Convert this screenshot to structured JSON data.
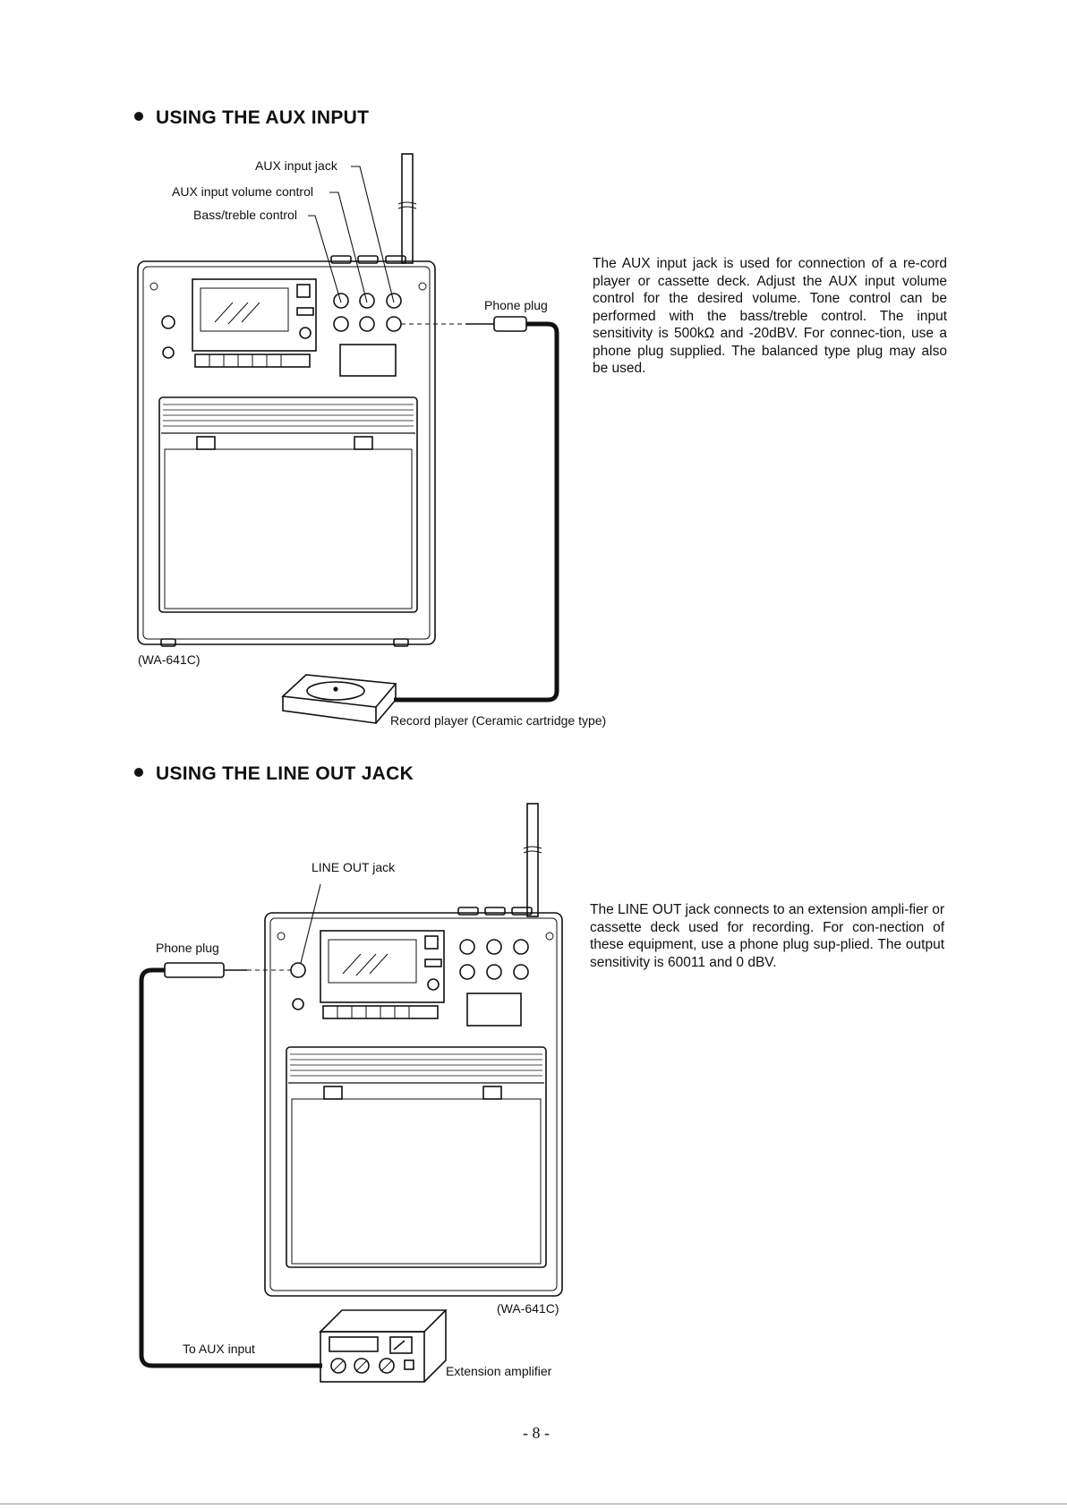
{
  "section1": {
    "heading": "USING THE AUX INPUT",
    "labels": {
      "aux_input_jack": "AUX input jack",
      "aux_volume": "AUX input volume control",
      "bass_treble": "Bass/treble control",
      "phone_plug": "Phone plug",
      "model": "(WA-641C)",
      "record_player": "Record player (Ceramic cartridge type)"
    },
    "description": "The AUX input jack is used for connection of a re-cord player or cassette deck. Adjust the AUX input volume control for the desired volume. Tone control can be performed with the bass/treble control. The input sensitivity is 500kΩ and -20dBV. For connec-tion, use a phone plug supplied. The balanced type plug may also be used."
  },
  "section2": {
    "heading": "USING THE LINE OUT JACK",
    "labels": {
      "line_out_jack": "LINE OUT jack",
      "phone_plug": "Phone plug",
      "model": "(WA-641C)",
      "to_aux_input": "To AUX input",
      "extension_amplifier": "Extension amplifier"
    },
    "description": "The LINE OUT jack connects to an extension ampli-fier or cassette deck used for recording. For con-nection of these equipment, use a phone plug sup-plied. The output sensitivity is 60011 and 0 dBV."
  },
  "page_number": "- 8 -"
}
